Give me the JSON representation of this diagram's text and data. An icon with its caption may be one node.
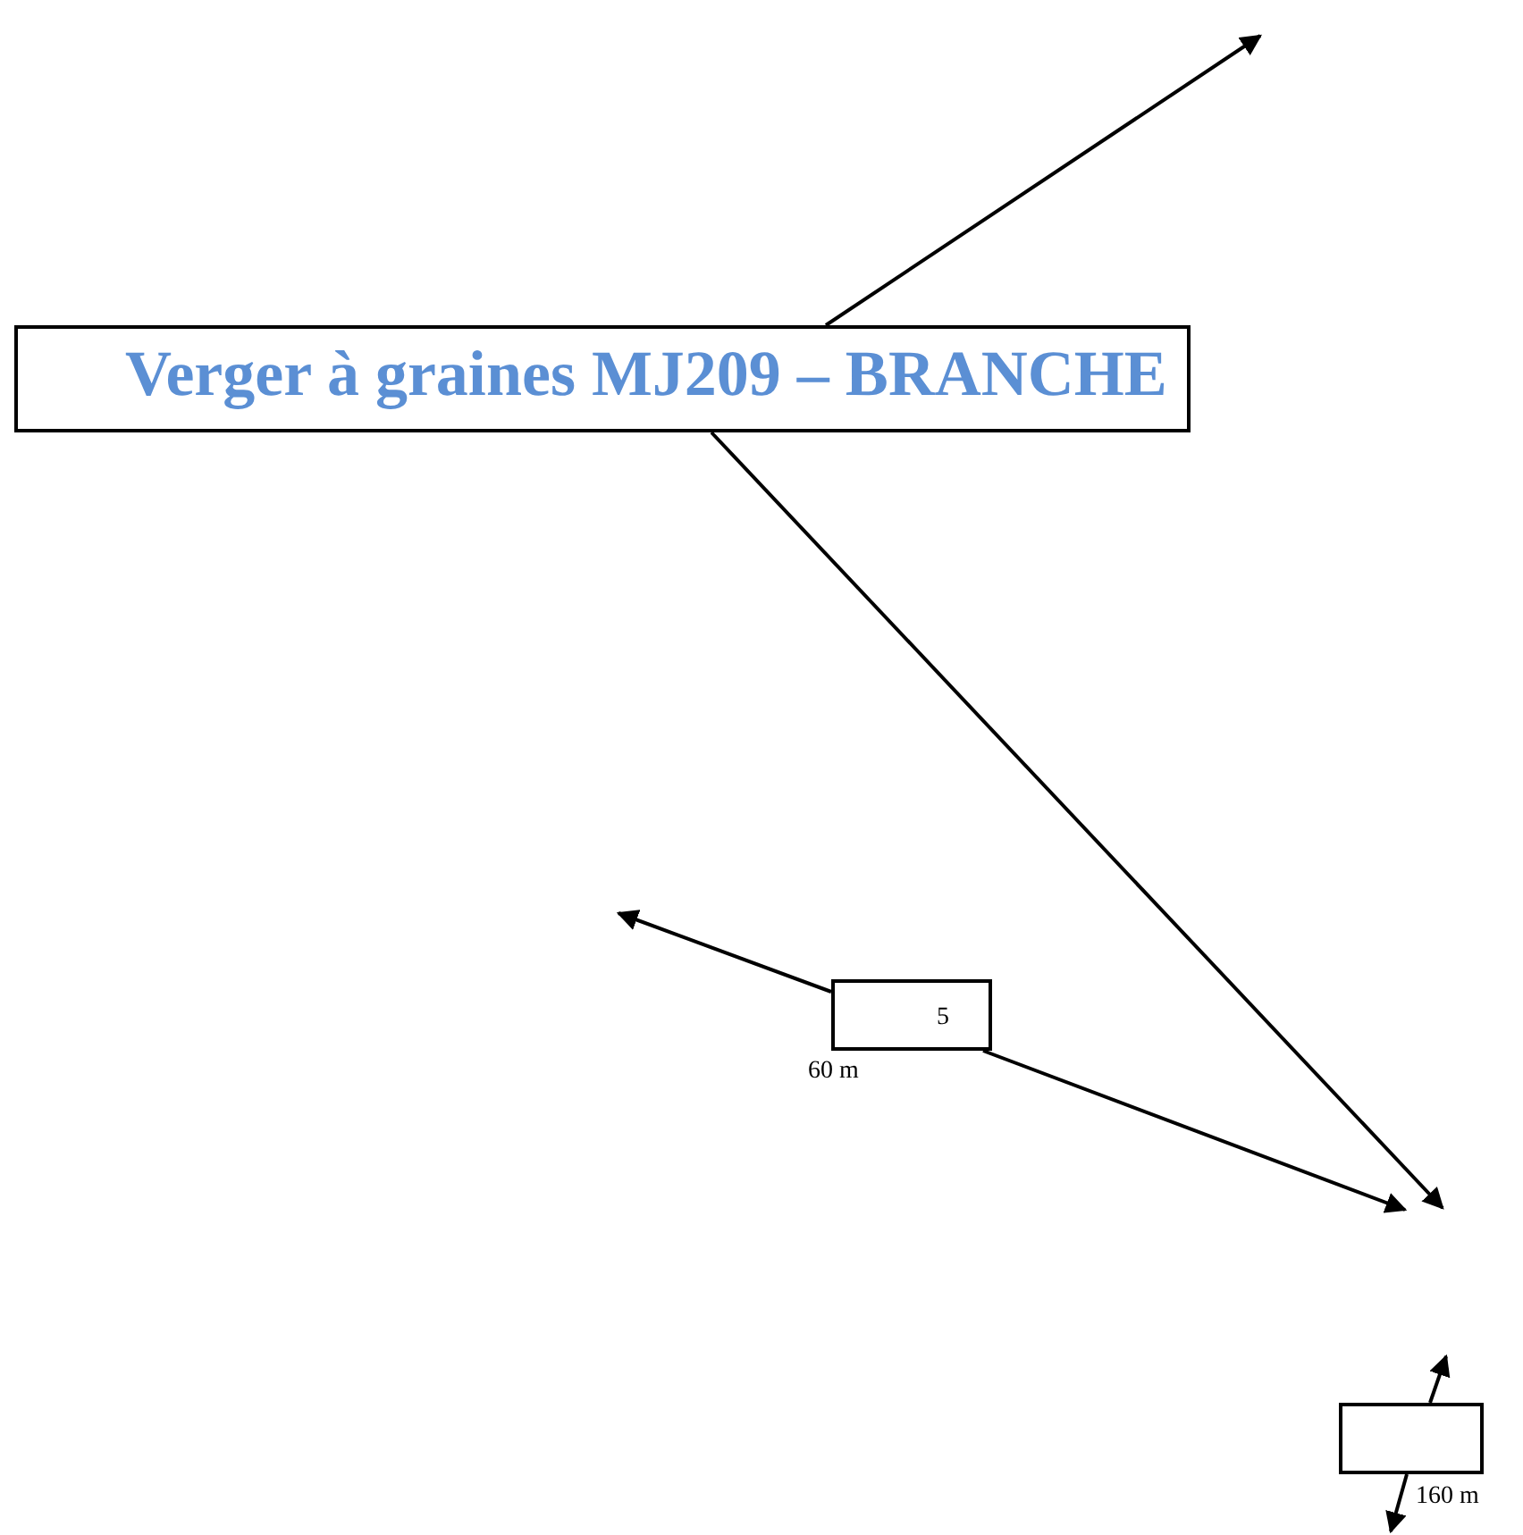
{
  "diagram": {
    "nodes": [
      {
        "text": [
          "Verger à graines MJ209 – BRANCHE"
        ]
      },
      {
        "text": [
          "5"
        ]
      },
      {
        "text": [],
        "shape": "box"
      }
    ],
    "edges": [
      {
        "from": 0,
        "to": null,
        "arrow": "to"
      },
      {
        "from": 0,
        "to": null,
        "arrow": "to"
      },
      {
        "from": 1,
        "to": null,
        "arrow": "to"
      },
      {
        "from": 1,
        "to": null,
        "arrow": "to"
      },
      {
        "from": 2,
        "to": null,
        "arrow": "to"
      },
      {
        "from": 2,
        "to": null,
        "arrow": "to"
      }
    ],
    "labels": [
      "60 m",
      "160 m"
    ]
  }
}
